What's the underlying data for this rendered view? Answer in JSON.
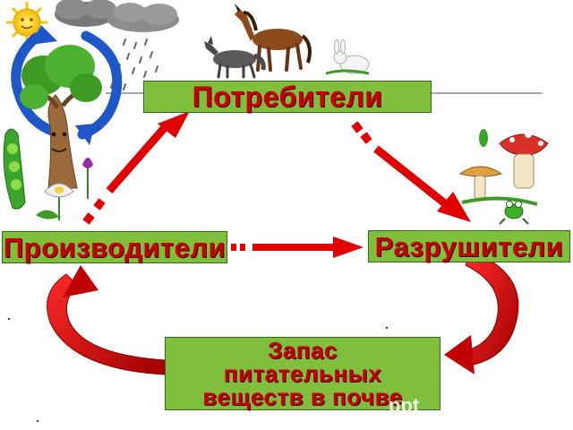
{
  "diagram": {
    "nodes": {
      "consumers": "Потребители",
      "producers": "Производители",
      "decomposers": "Разрушители",
      "reserve": [
        "Запас",
        "питательных",
        "веществ в почве"
      ]
    },
    "watermark": "ppt"
  },
  "colors": {
    "box_fill": "#7fbf3c",
    "label_text": "#c40000",
    "arrow_red": "#e00000",
    "arrow_dark": "#9a0000"
  },
  "icons": [
    "sun-icon",
    "cloud-icon",
    "rain-icon",
    "cycle-arrow-icon",
    "tree-icon",
    "pea-pod-icon",
    "flower-icon",
    "horse-icon",
    "wolf-icon",
    "rabbit-icon",
    "mushroom-icon",
    "frog-icon"
  ]
}
